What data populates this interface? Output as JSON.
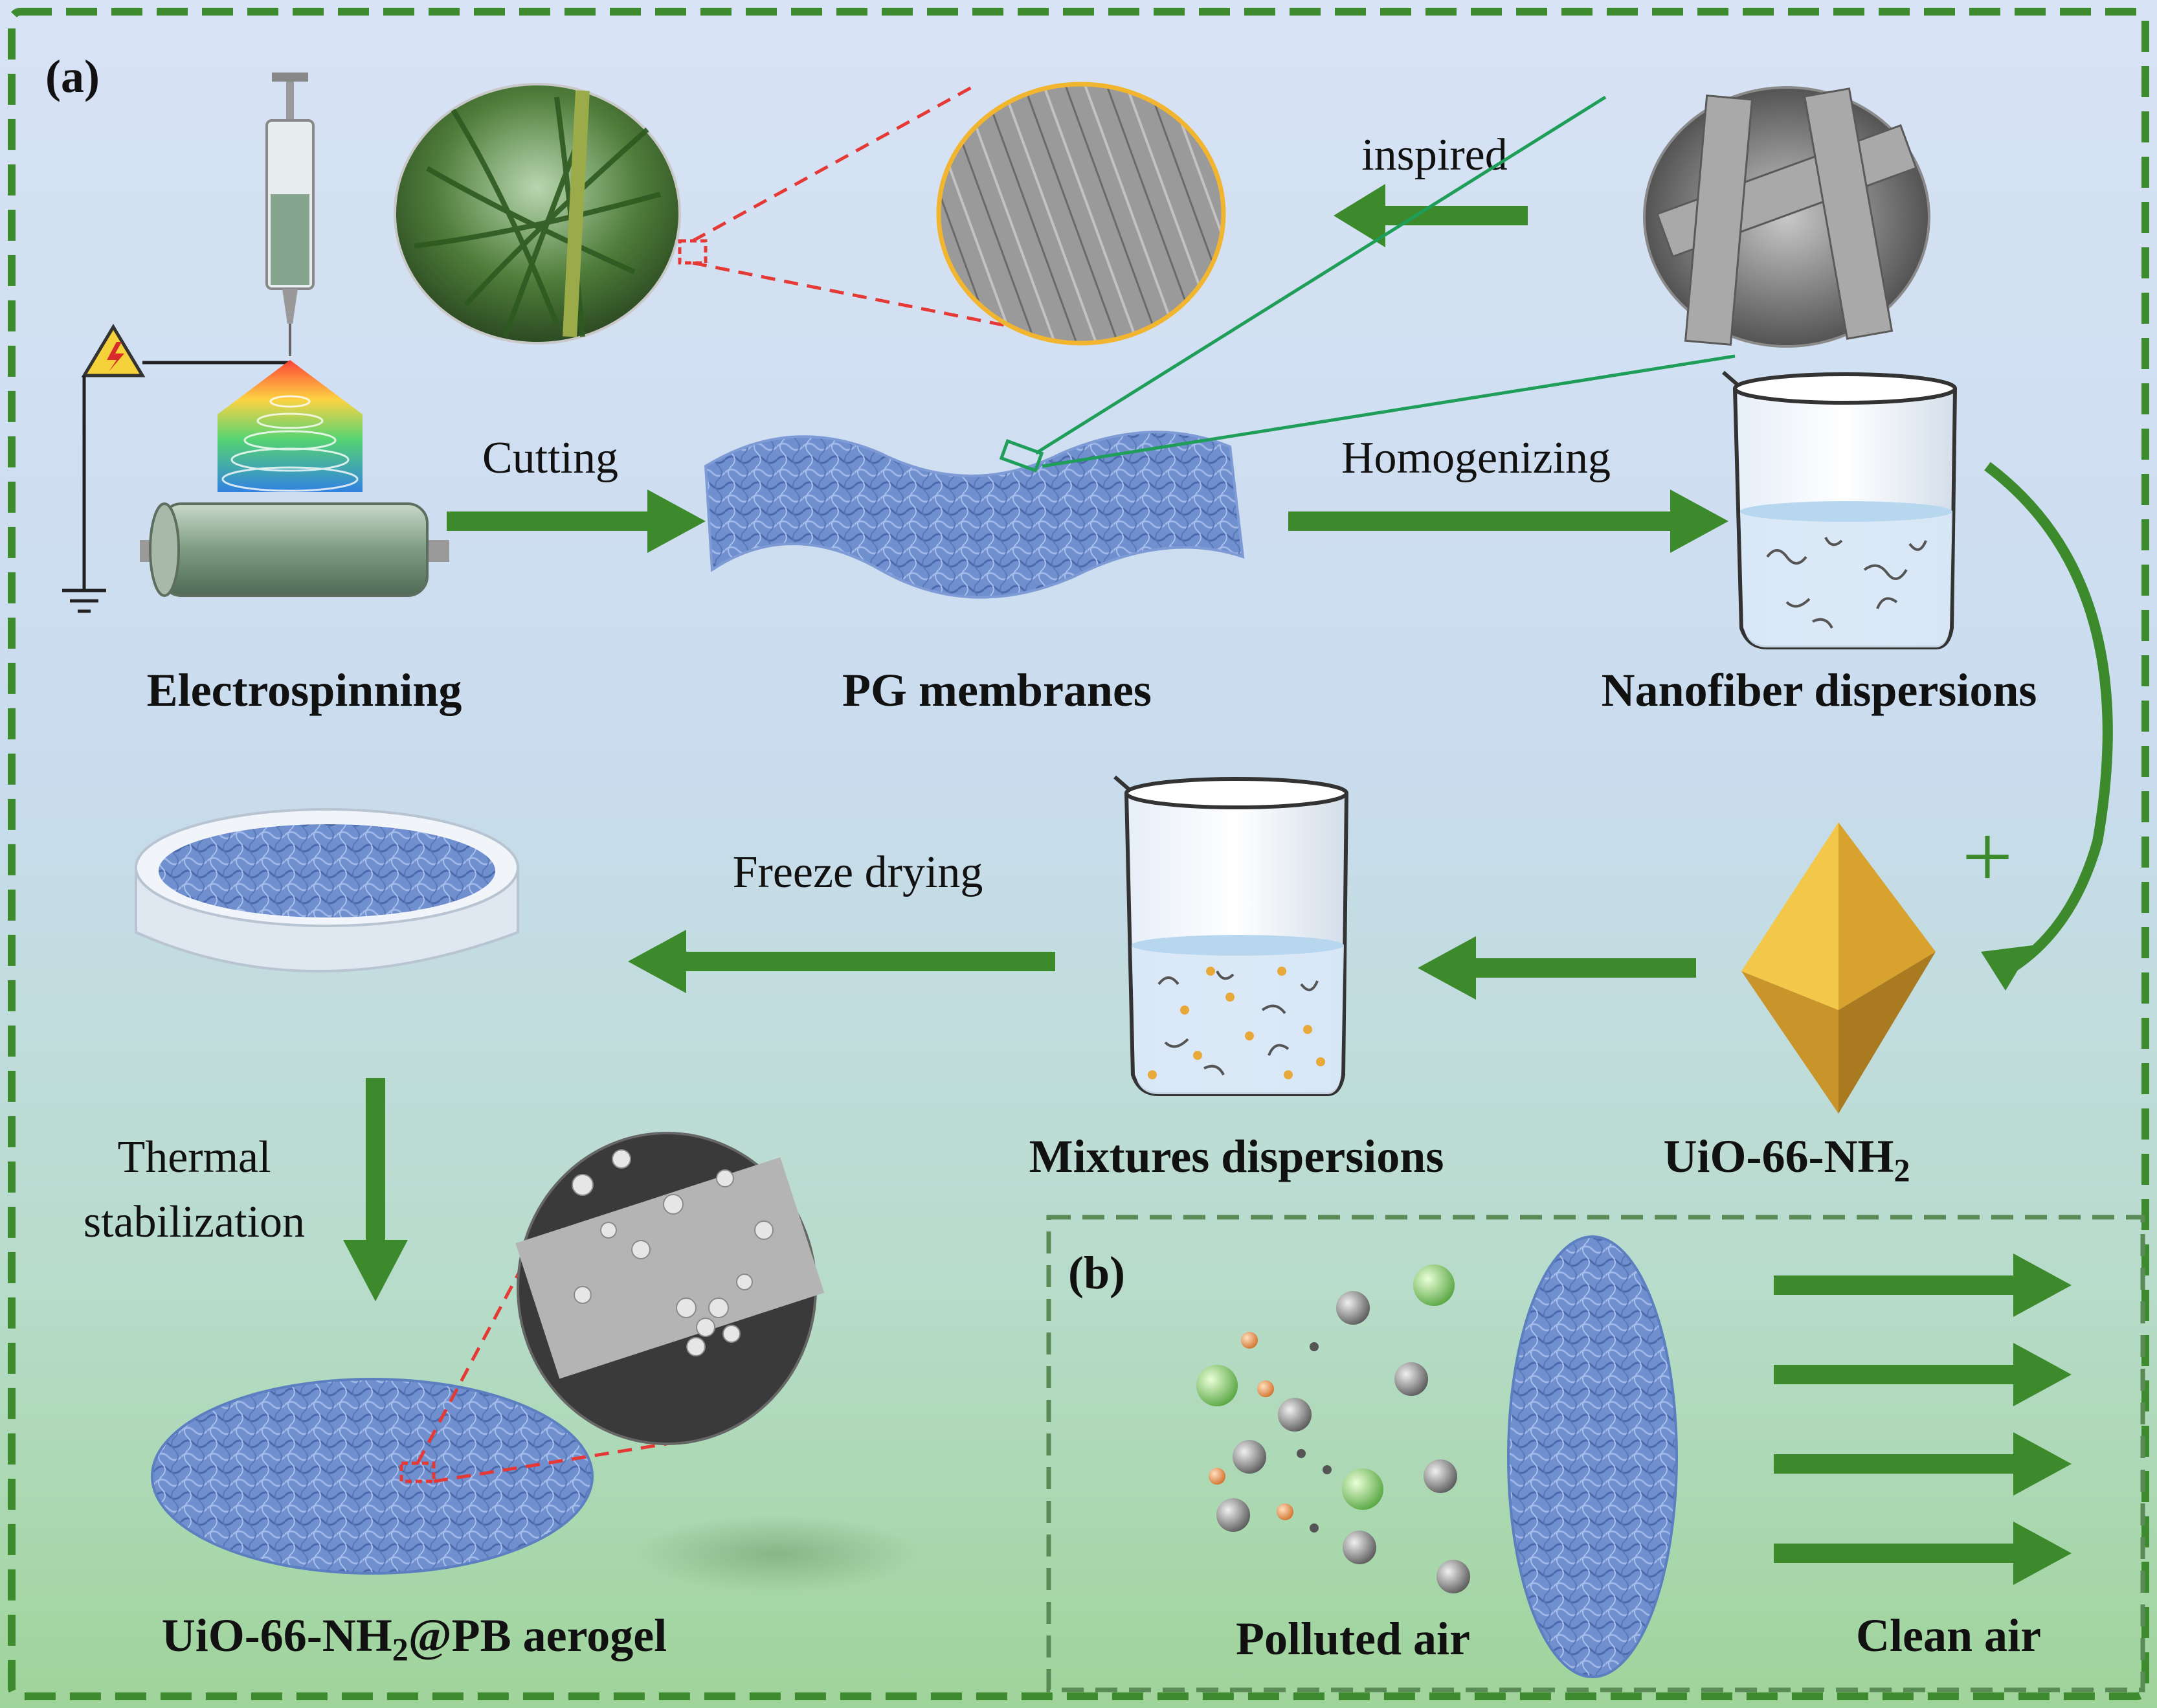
{
  "panel_a": {
    "tag": "(a)",
    "steps": {
      "electrospinning": "Electrospinning",
      "pg_membranes": "PG membranes",
      "nanofiber_dispersions": "Nanofiber dispersions",
      "mixtures_dispersions": "Mixtures dispersions",
      "uio_prefix": "UiO-66-NH",
      "uio_sub": "2",
      "aerogel_prefix": "UiO-66-NH",
      "aerogel_sub": "2",
      "aerogel_suffix": "@PB aerogel"
    },
    "arrows": {
      "cutting": "Cutting",
      "homogenizing": "Homogenizing",
      "inspired": "inspired",
      "freeze_drying": "Freeze drying",
      "thermal_line1": "Thermal",
      "thermal_line2": "stabilization",
      "plus": "+"
    }
  },
  "panel_b": {
    "tag": "(b)",
    "polluted_air": "Polluted air",
    "clean_air": "Clean air"
  },
  "colors": {
    "frame_green": "#3e8a2e",
    "arrow_green": "#3c8a2c",
    "fiber_blue": "#5b7fc0",
    "bg_top": "#d7e3f4",
    "bg_bottom": "#9fd49a",
    "octahedron_gold": "#e8b83c"
  }
}
